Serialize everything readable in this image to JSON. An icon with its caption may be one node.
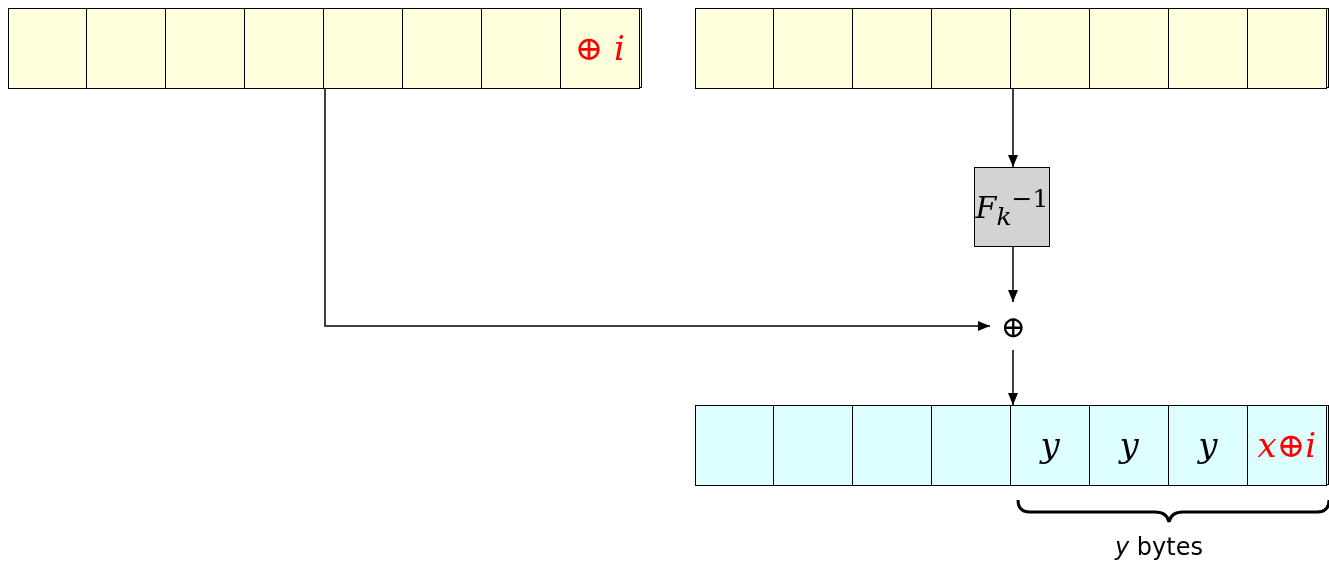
{
  "diagram": {
    "nodes": [
      {
        "text": [],
        "shape": "box"
      },
      {
        "text": [],
        "shape": "box",
        "in": 0
      },
      {
        "text": [],
        "shape": "box",
        "in": 0
      },
      {
        "text": [],
        "shape": "box",
        "in": 0
      },
      {
        "text": [],
        "shape": "box",
        "in": 0
      },
      {
        "text": [],
        "shape": "box",
        "in": 0
      },
      {
        "text": [],
        "shape": "box",
        "in": 0
      },
      {
        "text": [],
        "shape": "box",
        "in": 0
      },
      {
        "text": [
          "⊕ *i*"
        ],
        "in": 0
      },
      {
        "text": [],
        "shape": "box"
      },
      {
        "text": [],
        "shape": "box",
        "in": 9
      },
      {
        "text": [],
        "shape": "box",
        "in": 9
      },
      {
        "text": [],
        "shape": "box",
        "in": 9
      },
      {
        "text": [],
        "shape": "box",
        "in": 9
      },
      {
        "text": [],
        "shape": "box",
        "in": 9
      },
      {
        "text": [],
        "shape": "box",
        "in": 9
      },
      {
        "text": [],
        "shape": "box",
        "in": 9
      },
      {
        "text": [],
        "shape": "box",
        "in": 9
      },
      {
        "text": [
          "*F*$_{k}$$^{−1}$"
        ]
      },
      {
        "text": [
          "⊕"
        ]
      },
      {
        "text": [],
        "shape": "box"
      },
      {
        "text": [],
        "shape": "box",
        "in": 20
      },
      {
        "text": [],
        "shape": "box",
        "in": 20
      },
      {
        "text": [],
        "shape": "box",
        "in": 20
      },
      {
        "text": [],
        "shape": "box",
        "in": 20
      },
      {
        "text": [
          "y"
        ],
        "in": 20
      },
      {
        "text": [
          "y"
        ],
        "in": 20
      },
      {
        "text": [
          "y"
        ],
        "in": 20
      },
      {
        "text": [
          "*x*⊕*i*"
        ],
        "in": 20
      }
    ],
    "edges": [
      {
        "from": 0,
        "to": 19,
        "arrow": "to"
      },
      {
        "from": 9,
        "to": 18,
        "arrow": "to"
      },
      {
        "from": 18,
        "to": 19,
        "arrow": "to"
      },
      {
        "from": 19,
        "to": 20,
        "arrow": "to"
      }
    ],
    "labels": [
      "*y* bytes"
    ]
  }
}
